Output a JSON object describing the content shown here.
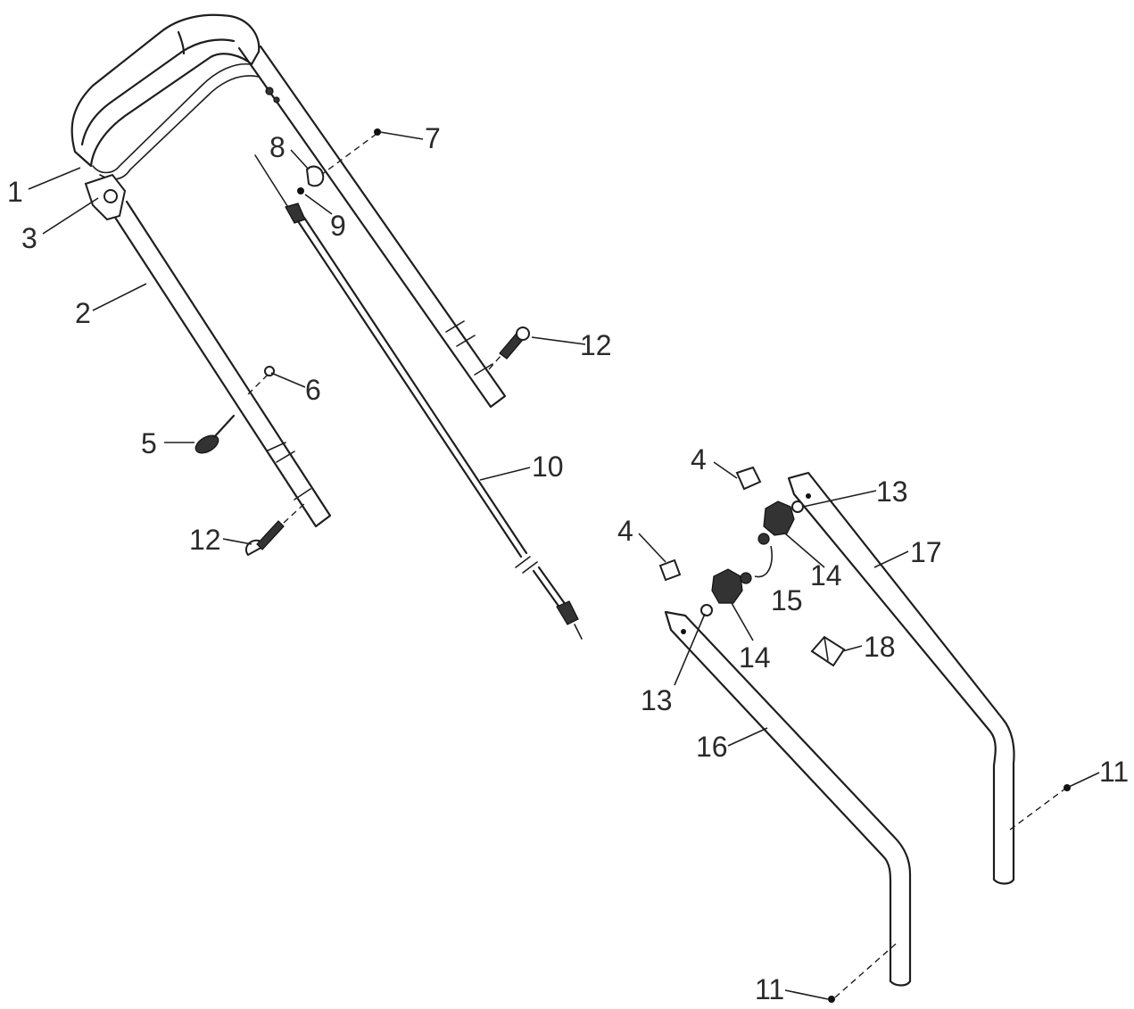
{
  "labels": {
    "p1": "1",
    "p2": "2",
    "p3": "3",
    "p4a": "4",
    "p4b": "4",
    "p5": "5",
    "p6": "6",
    "p7": "7",
    "p8": "8",
    "p9": "9",
    "p10": "10",
    "p11a": "11",
    "p11b": "11",
    "p12a": "12",
    "p12b": "12",
    "p13a": "13",
    "p13b": "13",
    "p14a": "14",
    "p14b": "14",
    "p15": "15",
    "p16": "16",
    "p17": "17",
    "p18": "18"
  }
}
